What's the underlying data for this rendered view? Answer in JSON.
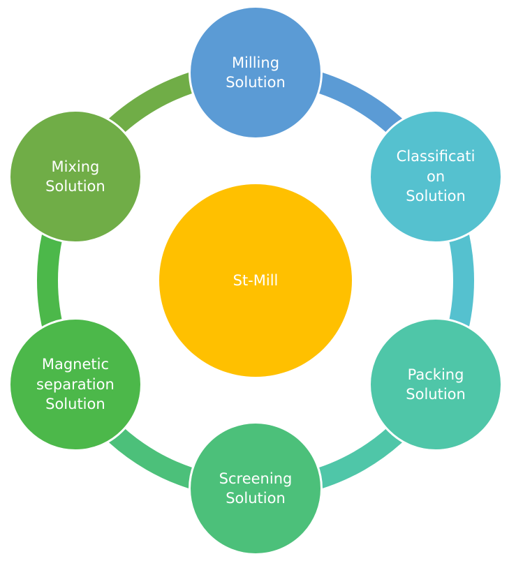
{
  "center": {
    "label": "St-Mill",
    "color": "#FFC000"
  },
  "nodes": [
    {
      "key": "milling",
      "label": "Milling\nSolution",
      "color": "#5B9BD5"
    },
    {
      "key": "classification",
      "label": "Classificati\non\nSolution",
      "color": "#55C1CF"
    },
    {
      "key": "packing",
      "label": "Packing\nSolution",
      "color": "#4FC6A8"
    },
    {
      "key": "screening",
      "label": "Screening\nSolution",
      "color": "#4CC07A"
    },
    {
      "key": "magnetic",
      "label": "Magnetic\nseparation\nSolution",
      "color": "#4CB84A"
    },
    {
      "key": "mixing",
      "label": "Mixing\nSolution",
      "color": "#70AD47"
    }
  ],
  "arcs": [
    {
      "from": "milling",
      "to": "classification",
      "color": "#5B9BD5"
    },
    {
      "from": "classification",
      "to": "packing",
      "color": "#55C1CF"
    },
    {
      "from": "packing",
      "to": "screening",
      "color": "#4FC6A8"
    },
    {
      "from": "screening",
      "to": "magnetic",
      "color": "#4CC07A"
    },
    {
      "from": "magnetic",
      "to": "mixing",
      "color": "#4CB84A"
    },
    {
      "from": "mixing",
      "to": "milling",
      "color": "#70AD47"
    }
  ]
}
